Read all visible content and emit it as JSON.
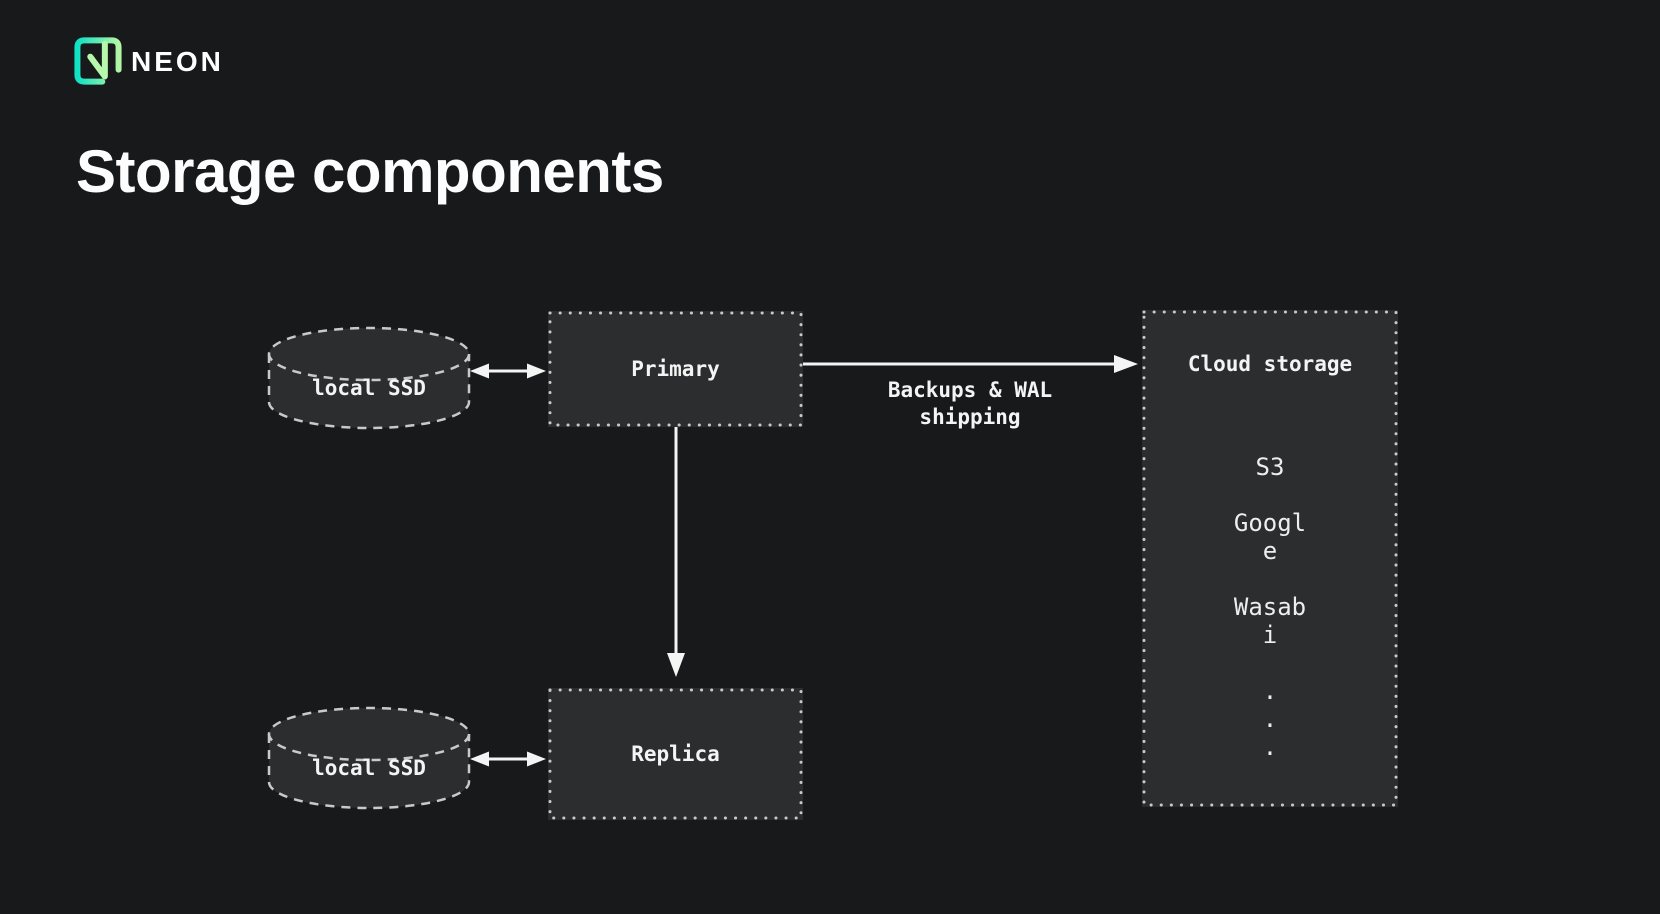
{
  "brand": {
    "wordmark": "NEON"
  },
  "page_title": "Storage components",
  "colors": {
    "background": "#18191b",
    "surface": "#2c2d2e",
    "border": "#c9c9c9",
    "arrow": "#f4f4f4",
    "text": "#f4f4f4",
    "logo_gradient_start": "#10e2c4",
    "logo_gradient_end": "#b2f5a5"
  },
  "diagram": {
    "local_ssd_top": {
      "label": "local SSD"
    },
    "local_ssd_bottom": {
      "label": "local SSD"
    },
    "primary": {
      "label": "Primary"
    },
    "replica": {
      "label": "Replica"
    },
    "backup_label_lines": [
      "Backups & WAL",
      "shipping"
    ],
    "cloud": {
      "title": "Cloud storage",
      "lines": [
        "S3",
        "",
        "Googl",
        "e",
        "",
        "Wasab",
        "i",
        "",
        ".",
        ".",
        "."
      ]
    }
  }
}
